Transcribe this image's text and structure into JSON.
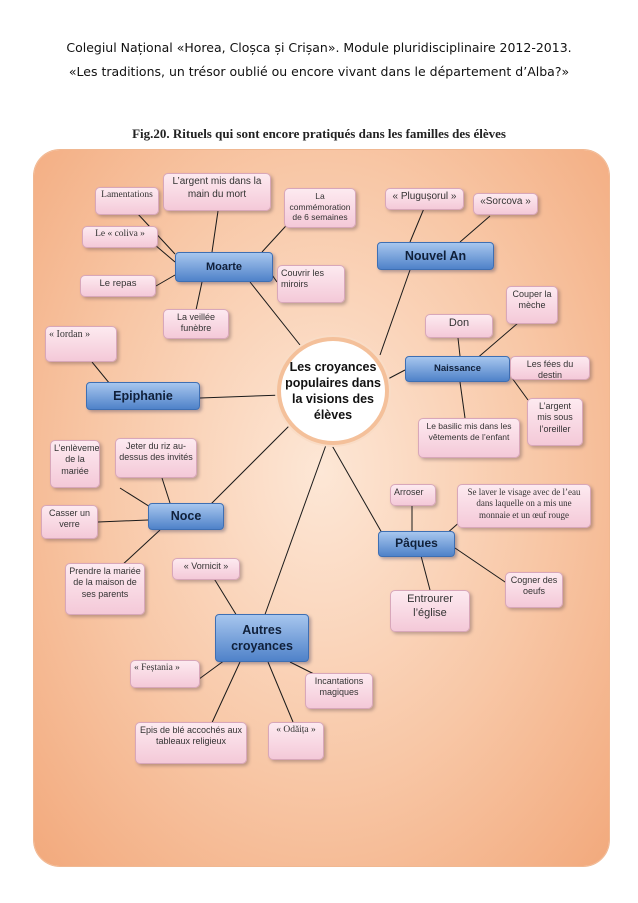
{
  "header": {
    "line1": "Colegiul Național «Horea, Cloșca și Crișan». Module pluridisciplinaire 2012-2013.",
    "line2": "«Les traditions, un trésor oublié ou encore vivant dans le département d’Alba?»"
  },
  "figure_caption": "Fig.20. Rituels qui sont encore pratiqués dans les familles des élèves",
  "center_label": "Les croyances populaires dans la visions des élèves",
  "categories": {
    "moarte": "Moarte",
    "nouvel_an": "Nouvel An",
    "naissance": "Naissance",
    "epiphanie": "Epiphanie",
    "noce": "Noce",
    "paques": "Pâques",
    "autres": "Autres croyances"
  },
  "items": {
    "argent_mort": "L’argent mis dans la main du mort",
    "lamentations": "Lamentations",
    "commemoration": "La commémoration de 6 semaines",
    "coliva": "Le « coliva »",
    "repas": "Le repas",
    "couvrir_miroirs": "Couvrir les miroirs",
    "veillee": "La veillée funèbre",
    "plugusorul": "« Plugușorul »",
    "sorcova": "«Sorcova »",
    "couper_meche": "Couper la mèche",
    "don": "Don",
    "fees_destin": "Les fées du destin",
    "argent_oreiller": "L’argent mis sous l’oreiller",
    "basilic": "Le basilic mis dans les vêtements de l’enfant",
    "iordan": "« Iordan »",
    "enlevement": "L’enlèvement de la mariée",
    "riz": "Jeter du riz au-dessus des invités",
    "casser_verre": "Casser un verre",
    "prendre_mariee": "Prendre la mariée de la maison de ses parents",
    "vornicit": "« Vornicit »",
    "arroser": "Arroser",
    "laver_visage": "Se laver le visage avec de l’eau dans laquelle on a mis une monnaie et un œuf rouge",
    "cogner_oeufs": "Cogner des oeufs",
    "entrourer": "Entrourer l’église",
    "festania": "« Feștania »",
    "incantations": "Incantations magiques",
    "epis": "Epis de blé accochés aux tableaux religieux",
    "odaita": "« Odăița »"
  },
  "colors": {
    "board": "#f8c7a6",
    "node_blue": "#4f82c9",
    "leaf_pink": "#f4c9d8",
    "connector": "#1a1a1a"
  }
}
